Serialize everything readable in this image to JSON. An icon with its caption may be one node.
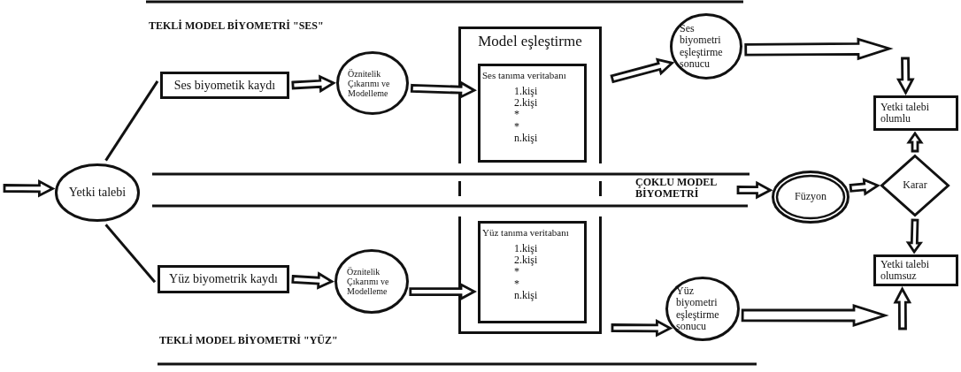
{
  "diagram": {
    "nodes": [
      {
        "text": [
          "Yetki talebi"
        ]
      },
      {
        "text": [
          "Ses biyometik kaydı"
        ]
      },
      {
        "text": [
          "Öznitelik Çıkarımı ve Modelleme"
        ]
      },
      {
        "text": [
          "Model eşleştirme"
        ]
      },
      {
        "text": [
          "Ses tanıma veritabanı",
          "1.kişi",
          "2.kişi",
          "*",
          "*",
          "n.kişi"
        ],
        "in": 3
      },
      {
        "text": [
          "Ses biyometri eşleştirme sonucu"
        ]
      },
      {
        "text": [
          "Yetki talebi olumlu"
        ]
      },
      {
        "text": [
          "ÇOKLU MODEL BİYOMETRİ"
        ]
      },
      {
        "text": [
          "Füzyon"
        ]
      },
      {
        "text": [
          "Karar"
        ]
      },
      {
        "text": [
          "Yetki talebi olumsuz"
        ]
      },
      {
        "text": [
          "Yüz biyometrik kaydı"
        ]
      },
      {
        "text": [
          "Öznitelik Çıkarımı ve Modelleme"
        ]
      },
      {
        "text": [
          "Yüz tanıma veritabanı",
          "1.kişi",
          "2.kişi",
          "*",
          "*",
          "n.kişi"
        ],
        "in": 3
      },
      {
        "text": [
          "Yüz biyometri eşleştirme sonucu"
        ]
      }
    ],
    "edges": [
      {
        "from": null,
        "to": 0,
        "arrow": "to"
      },
      {
        "from": 0,
        "to": 1,
        "arrow": "none"
      },
      {
        "from": 0,
        "to": 11,
        "arrow": "none"
      },
      {
        "from": 1,
        "to": 2,
        "arrow": "to"
      },
      {
        "from": 2,
        "to": 4,
        "arrow": "to"
      },
      {
        "from": 3,
        "to": 5,
        "arrow": "to"
      },
      {
        "from": 5,
        "to": null,
        "arrow": "to"
      },
      {
        "from": null,
        "to": 6,
        "arrow": "to"
      },
      {
        "from": 7,
        "to": 8,
        "arrow": "to"
      },
      {
        "from": 8,
        "to": 9,
        "arrow": "to"
      },
      {
        "from": 9,
        "to": 6,
        "arrow": "to"
      },
      {
        "from": 9,
        "to": 10,
        "arrow": "to"
      },
      {
        "from": 11,
        "to": 12,
        "arrow": "to"
      },
      {
        "from": 12,
        "to": 13,
        "arrow": "to"
      },
      {
        "from": 3,
        "to": 14,
        "arrow": "to"
      },
      {
        "from": 14,
        "to": null,
        "arrow": "to"
      },
      {
        "from": null,
        "to": 10,
        "arrow": "to"
      }
    ],
    "labels": [
      "TEKLİ MODEL BİYOMETRİ \"SES\"",
      "TEKLİ MODEL BİYOMETRİ \"YÜZ\""
    ]
  }
}
